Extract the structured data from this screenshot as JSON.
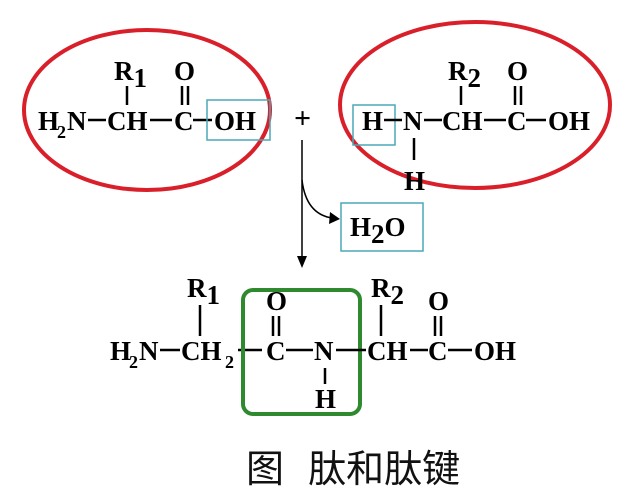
{
  "colors": {
    "ellipse": "#d9202a",
    "highlight_box": "#4aa8b8",
    "peptide_bond_box": "#2f8a2f",
    "ink": "#000000"
  },
  "amino_acid_1": {
    "r_group": "R",
    "r_sub": "1",
    "amine_h": "H",
    "amine_sub": "2",
    "amine_n": "N",
    "ch": "CH",
    "carbonyl_o": "O",
    "carbonyl_c": "C",
    "hydroxyl": "OH"
  },
  "plus_sign": "+",
  "amino_acid_2": {
    "r_group": "R",
    "r_sub": "2",
    "h": "H",
    "n": "N",
    "n_h": "H",
    "ch": "CH",
    "carbonyl_o": "O",
    "carbonyl_c": "C",
    "hydroxyl": "OH"
  },
  "water": {
    "h": "H",
    "sub": "2",
    "o": "O"
  },
  "dipeptide": {
    "amine_h": "H",
    "amine_sub": "2",
    "amine_n": "N",
    "ch2": "CH",
    "ch2_sub": "2",
    "r1": "R",
    "r1_sub": "1",
    "bond_c": "C",
    "bond_o": "O",
    "bond_n": "N",
    "bond_h": "H",
    "ch": "CH",
    "r2": "R",
    "r2_sub": "2",
    "carbonyl_c": "C",
    "carbonyl_o": "O",
    "hydroxyl": "OH"
  },
  "caption": "图  肽和肽键"
}
